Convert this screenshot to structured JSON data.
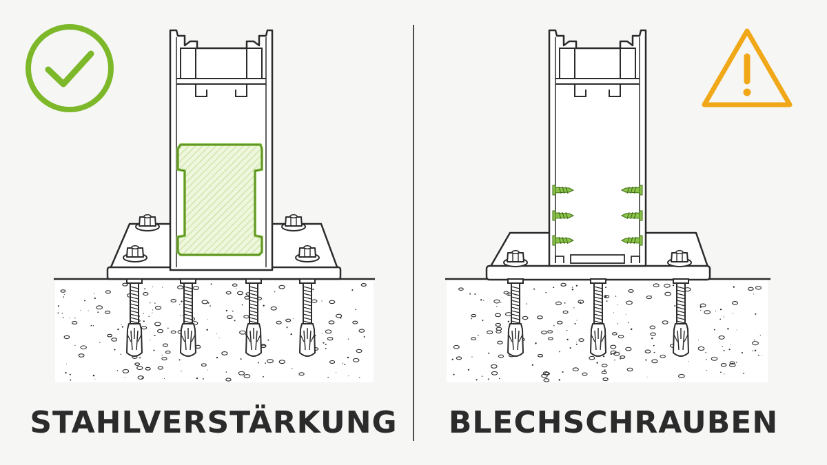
{
  "panels": [
    {
      "caption": "STAHLVERSTÄRKUNG",
      "verdict": "correct",
      "status_icon": "checkmark-circle-icon",
      "status_color": "#7cb829",
      "anchor_count": 4,
      "reinforcement": "steel-insert",
      "highlight_color": "#8bc34a"
    },
    {
      "caption": "BLECHSCHRAUBEN",
      "verdict": "warning",
      "status_icon": "warning-triangle-icon",
      "status_color": "#f0a818",
      "anchor_count": 3,
      "reinforcement": "sheet-metal-screws",
      "screw_count": 6,
      "highlight_color": "#8bc34a"
    }
  ],
  "colors": {
    "background": "#f6f6f5",
    "line": "#2b2b2b",
    "concrete_fill": "#ffffff",
    "divider": "#3a3a3a"
  }
}
